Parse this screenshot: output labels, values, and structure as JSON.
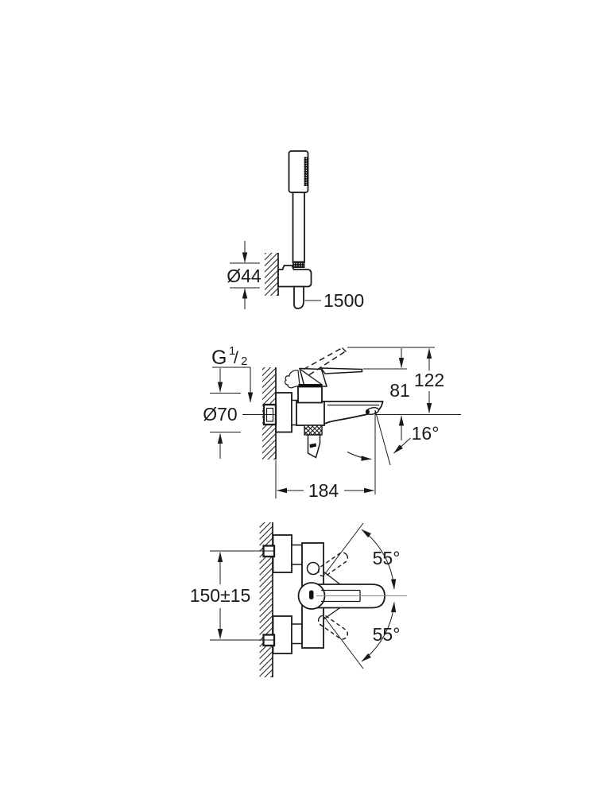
{
  "hand_shower": {
    "holder_diameter": "Ø44",
    "hose_length": "1500"
  },
  "side": {
    "thread": {
      "prefix": "G",
      "numerator": "1",
      "slash": "/",
      "denominator": "2"
    },
    "escutcheon_diameter": "Ø70",
    "total_height": "122",
    "spout_height": "81",
    "spout_angle": "16°",
    "projection": "184"
  },
  "plan": {
    "connection_centers": "150±15",
    "swivel_angle_upper": "55°",
    "swivel_angle_lower": "55°"
  },
  "colors": {
    "line": "#1a1a1a",
    "background": "#ffffff",
    "centerline_gray": "#8a8a8a"
  }
}
